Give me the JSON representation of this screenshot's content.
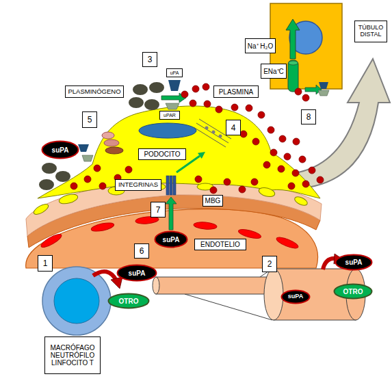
{
  "diagram": {
    "nodes": [
      {
        "text": [
          "Na⁺ H₂O"
        ]
      },
      {
        "text": [
          "TÚBULO DISTAL"
        ]
      },
      {
        "text": [
          "uPA"
        ]
      },
      {
        "text": [
          "ENa⁺C"
        ]
      },
      {
        "text": [
          "PLASMINÓGENO"
        ]
      },
      {
        "text": [
          "PLASMINA"
        ]
      },
      {
        "text": [
          "uPAR"
        ]
      },
      {
        "text": [
          "suPA"
        ]
      },
      {
        "text": [
          "PODOCITO"
        ]
      },
      {
        "text": [
          "INTEGRINAS"
        ]
      },
      {
        "text": [
          "MBG"
        ]
      },
      {
        "text": [
          "suPA"
        ]
      },
      {
        "text": [
          "ENDOTELIO"
        ]
      },
      {
        "text": [
          "suPA"
        ]
      },
      {
        "text": [
          "suPA"
        ]
      },
      {
        "text": [
          "OTRO"
        ]
      },
      {
        "text": [
          "OTRO"
        ]
      },
      {
        "text": [
          "suPA"
        ]
      },
      {
        "text": [
          "MACRÓFAGO NEUTRÓFILO LINFOCITO T"
        ]
      }
    ],
    "labels": [
      "3",
      "8",
      "5",
      "4",
      "7",
      "6",
      "1",
      "2"
    ]
  }
}
